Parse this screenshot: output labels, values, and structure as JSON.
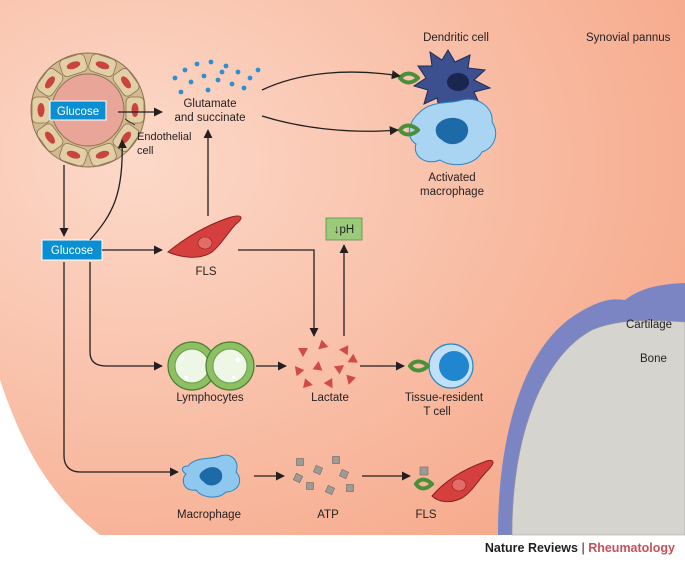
{
  "labels": {
    "glucose_vessel": "Glucose",
    "glucose_tissue": "Glucose",
    "endothelial_1": "Endothelial",
    "endothelial_2": "cell",
    "glutamate_1": "Glutamate",
    "glutamate_2": "and succinate",
    "dendritic": "Dendritic cell",
    "synovial": "Synovial pannus",
    "activated_1": "Activated",
    "activated_2": "macrophage",
    "fls_top": "FLS",
    "ph": "↓pH",
    "cartilage": "Cartilage",
    "bone": "Bone",
    "lymphocytes": "Lymphocytes",
    "lactate": "Lactate",
    "tissue_1": "Tissue-resident",
    "tissue_2": "T cell",
    "macrophage": "Macrophage",
    "atp": "ATP",
    "fls_bottom": "FLS"
  },
  "footer": {
    "journal": "Nature Reviews",
    "separator": " | ",
    "section": "Rheumatology"
  },
  "colors": {
    "tissue": "#f7b8a0",
    "glucose_box": "#0b8fd3",
    "ph_box": "#9acb7a",
    "cartilage": "#7b85c3",
    "bone": "#d6d4cf",
    "fls": "#d5403f",
    "lactate": "#cf4a48",
    "macrophage": "#3b9ad6",
    "dendritic": "#3c4f8f",
    "lymphocyte": "#8cc063"
  }
}
